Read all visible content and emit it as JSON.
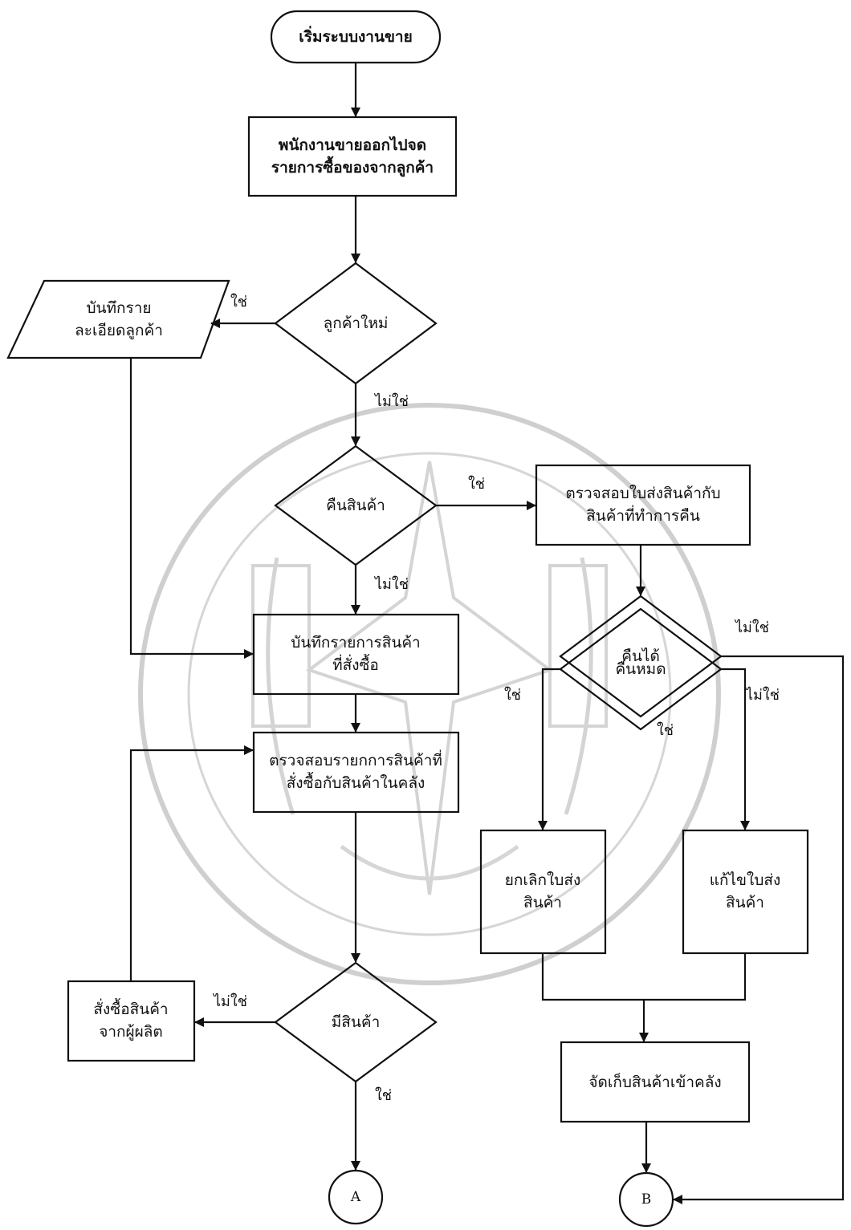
{
  "nodes": {
    "start": "เริ่มระบบงานขาย",
    "sales_go_out": [
      "พนักงานขายออกไปจด",
      "รายการซื้อของจากลูกค้า"
    ],
    "new_customer": "ลูกค้าใหม่",
    "record_customer": [
      "บันทึกราย",
      "ละเอียดลูกค้า"
    ],
    "return_goods": "คืนสินค้า",
    "check_invoice": [
      "ตรวจสอบใบส่งสินค้ากับ",
      "สินค้าที่ทำการคืน"
    ],
    "can_return": "คืนได้",
    "record_order": [
      "บันทึกรายการสินค้า",
      "ที่สั่งซื้อ"
    ],
    "return_all": "คืนหมด",
    "check_stock": [
      "ตรวจสอบรายกการสินค้าที่",
      "สั่งซื้อกับสินค้าในคลัง"
    ],
    "cancel_invoice": [
      "ยกเลิกใบส่ง",
      "สินค้า"
    ],
    "edit_invoice": [
      "แก้ไขใบส่ง",
      "สินค้า"
    ],
    "order_supplier": [
      "สั่งซื้อสินค้า",
      "จากผู้ผลิต"
    ],
    "in_stock": "มีสินค้า",
    "store_goods": "จัดเก็บสินค้าเข้าคลัง",
    "connector_a": "A",
    "connector_b": "B"
  },
  "edges": {
    "new_customer_yes": "ใช่",
    "new_customer_no": "ไม่ใช่",
    "return_goods_yes": "ใช่",
    "return_goods_no": "ไม่ใช่",
    "can_return_no": "ไม่ใช่",
    "can_return_yes": "ใช่",
    "return_all_yes": "ใช่",
    "return_all_no": "ไม่ใช่",
    "in_stock_no": "ไม่ใช่",
    "in_stock_yes": "ใช่"
  },
  "watermark": "seal-emblem",
  "colors": {
    "line": "#111111",
    "watermark": "#c9c9c9"
  }
}
